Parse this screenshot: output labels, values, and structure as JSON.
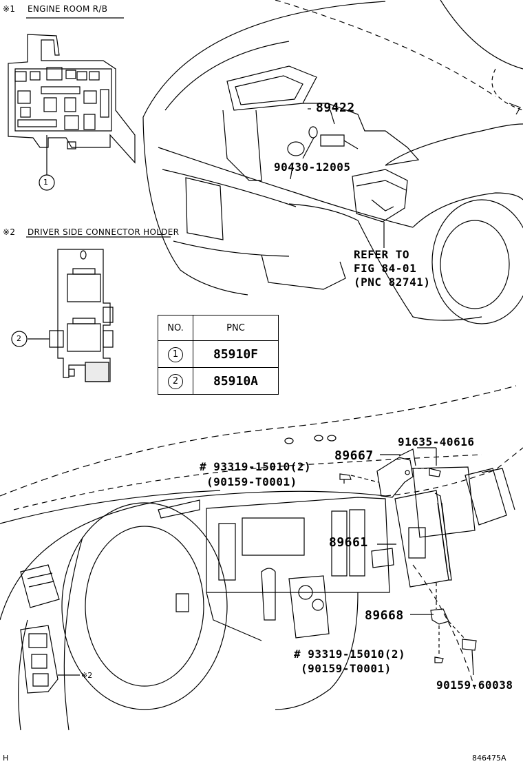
{
  "insets": {
    "engine_room": {
      "ref": "※1",
      "title": "ENGINE ROOM  R/B",
      "callout": "1"
    },
    "driver_holder": {
      "ref": "※2",
      "title": "DRIVER SIDE CONNECTOR HOLDER",
      "callout": "2"
    }
  },
  "table": {
    "header_no": "NO.",
    "header_pnc": "PNC",
    "rows": [
      {
        "no": "1",
        "pnc": "85910F"
      },
      {
        "no": "2",
        "pnc": "85910A"
      }
    ]
  },
  "parts": {
    "p89422": "89422",
    "p90430": "90430-12005",
    "refer_line1": "REFER TO",
    "refer_line2": "FIG 84-01",
    "refer_line3": "(PNC 82741)",
    "p91635": "91635-40616",
    "p89667": "89667",
    "bolt_top_1": "# 93319-15010(2)",
    "bolt_top_2": "(90159-T0001)",
    "p89661": "89661",
    "p89668": "89668",
    "bolt_bot_1": "# 93319-15010(2)",
    "bolt_bot_2": "(90159-T0001)",
    "p90159_60038": "90159-60038",
    "holder_ref": "※2"
  },
  "footer": {
    "left_mark": "H",
    "figure_id": "846475A"
  }
}
